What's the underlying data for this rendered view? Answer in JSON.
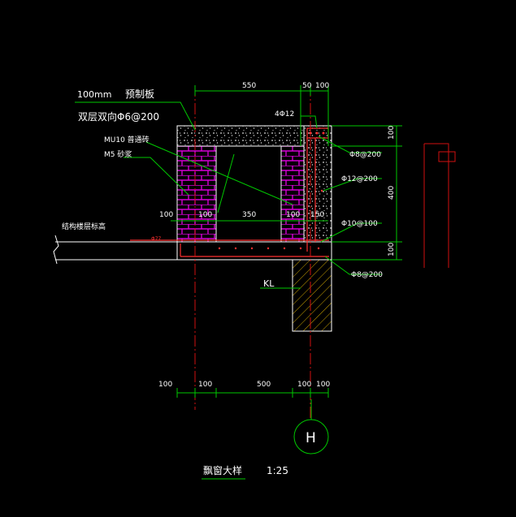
{
  "colors": {
    "background": "#000000",
    "wall_outline": "#ffffff",
    "brick": "#d400d4",
    "dimension": "#00c800",
    "leader": "#00c800",
    "rebar": "#ff3030",
    "axis": "#d01010",
    "concrete_fill": "#dddddd",
    "beam_hatch": "#c8a000",
    "annotation_text": "#ffffff"
  },
  "annotations": {
    "slab_thickness": "100mm",
    "slab_type": "预制板",
    "slab_rebar": "双层双向Φ6@200",
    "brick_spec": "MU10  普通砖",
    "mortar_spec": "M5  砂浆",
    "floor_level": "结构楼层标高",
    "top_bars": "4Φ12",
    "stirrup_top": "Φ8@200",
    "vertical_bars": "Φ12@200",
    "sill_bars": "Φ10@100",
    "stirrup_bottom": "Φ8@200",
    "beam_label": "KL",
    "small_mark": "Φ77"
  },
  "dimensions": {
    "top": [
      "550",
      "50",
      "100"
    ],
    "middle": [
      "100",
      "100",
      "350",
      "100",
      "150"
    ],
    "right": [
      "100",
      "400",
      "100"
    ],
    "bottom": [
      "100",
      "100",
      "500",
      "100",
      "100"
    ]
  },
  "axis_label": "H",
  "title": {
    "name": "飘窗大样",
    "scale": "1:25"
  }
}
